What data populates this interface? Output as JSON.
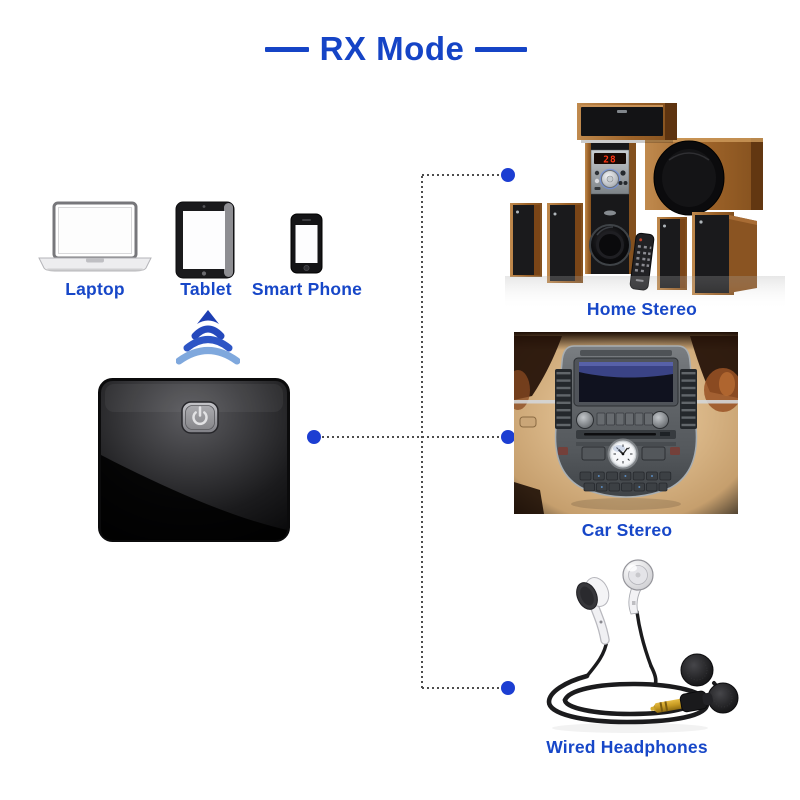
{
  "title": {
    "text": "RX Mode"
  },
  "source_devices": [
    {
      "id": "laptop",
      "label": "Laptop"
    },
    {
      "id": "tablet",
      "label": "Tablet"
    },
    {
      "id": "smart-phone",
      "label": "Smart Phone"
    }
  ],
  "adapter": {
    "description": "black bluetooth audio adapter with power button",
    "power_icon": "power-symbol"
  },
  "signal_icon": "wireless-signal-waves",
  "receivers": [
    {
      "id": "home-stereo",
      "label": "Home Stereo",
      "led_display": "28"
    },
    {
      "id": "car-stereo",
      "label": "Car Stereo"
    },
    {
      "id": "wired-headphones",
      "label": "Wired Headphones"
    }
  ],
  "connections": [
    {
      "from": "adapter",
      "to": "home-stereo"
    },
    {
      "from": "adapter",
      "to": "car-stereo"
    },
    {
      "from": "adapter",
      "to": "wired-headphones"
    }
  ],
  "colors": {
    "accent_blue": "#1544c6",
    "label_blue": "#1747c8",
    "connector_dot_blue": "#1c3ed2",
    "connector_line_gray": "#4d4d4d",
    "led_display_red": "#ff3614",
    "wood_brown": "#9c6228",
    "adapter_black": "#111113",
    "background": "#ffffff"
  }
}
